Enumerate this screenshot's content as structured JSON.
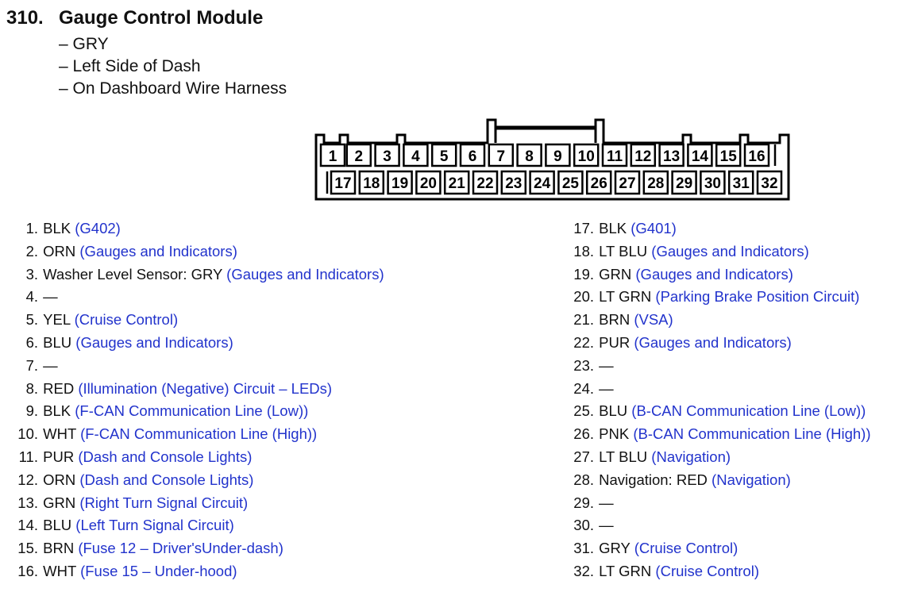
{
  "header": {
    "number": "310.",
    "title": "Gauge Control Module",
    "details": [
      "– GRY",
      "– Left Side of Dash",
      "– On Dashboard Wire Harness"
    ]
  },
  "connector": {
    "top_row": [
      "1",
      "2",
      "3",
      "4",
      "5",
      "6",
      "7",
      "8",
      "9",
      "10",
      "11",
      "12",
      "13",
      "14",
      "15",
      "16"
    ],
    "bottom_row": [
      "17",
      "18",
      "19",
      "20",
      "21",
      "22",
      "23",
      "24",
      "25",
      "26",
      "27",
      "28",
      "29",
      "30",
      "31",
      "32"
    ]
  },
  "pins_left": [
    {
      "num": "1.",
      "desc": "BLK",
      "ref": "(G402)"
    },
    {
      "num": "2.",
      "desc": "ORN",
      "ref": "(Gauges and Indicators)"
    },
    {
      "num": "3.",
      "desc": "Washer Level Sensor: GRY",
      "ref": "(Gauges and Indicators)"
    },
    {
      "num": "4.",
      "desc": "—",
      "ref": ""
    },
    {
      "num": "5.",
      "desc": "YEL",
      "ref": "(Cruise Control)"
    },
    {
      "num": "6.",
      "desc": "BLU",
      "ref": "(Gauges and Indicators)"
    },
    {
      "num": "7.",
      "desc": "—",
      "ref": ""
    },
    {
      "num": "8.",
      "desc": "RED",
      "ref": "(Illumination (Negative) Circuit – LEDs)"
    },
    {
      "num": "9.",
      "desc": "BLK",
      "ref": "(F-CAN Communication Line (Low))"
    },
    {
      "num": "10.",
      "desc": "WHT",
      "ref": "(F-CAN Communication Line (High))"
    },
    {
      "num": "11.",
      "desc": "PUR",
      "ref": "(Dash and Console Lights)"
    },
    {
      "num": "12.",
      "desc": "ORN",
      "ref": "(Dash and Console Lights)"
    },
    {
      "num": "13.",
      "desc": "GRN",
      "ref": "(Right Turn Signal Circuit)"
    },
    {
      "num": "14.",
      "desc": "BLU",
      "ref": "(Left Turn Signal Circuit)"
    },
    {
      "num": "15.",
      "desc": "BRN",
      "ref": "(Fuse 12 – Driver'sUnder-dash)"
    },
    {
      "num": "16.",
      "desc": "WHT",
      "ref": "(Fuse 15 – Under-hood)"
    }
  ],
  "pins_right": [
    {
      "num": "17.",
      "desc": "BLK",
      "ref": "(G401)"
    },
    {
      "num": "18.",
      "desc": "LT BLU",
      "ref": "(Gauges and Indicators)"
    },
    {
      "num": "19.",
      "desc": "GRN",
      "ref": "(Gauges and Indicators)"
    },
    {
      "num": "20.",
      "desc": "LT GRN",
      "ref": "(Parking Brake Position Circuit)"
    },
    {
      "num": "21.",
      "desc": "BRN",
      "ref": "(VSA)"
    },
    {
      "num": "22.",
      "desc": "PUR",
      "ref": "(Gauges and Indicators)"
    },
    {
      "num": "23.",
      "desc": "—",
      "ref": ""
    },
    {
      "num": "24.",
      "desc": "—",
      "ref": ""
    },
    {
      "num": "25.",
      "desc": "BLU",
      "ref": "(B-CAN Communication Line (Low))"
    },
    {
      "num": "26.",
      "desc": "PNK",
      "ref": "(B-CAN Communication Line (High))"
    },
    {
      "num": "27.",
      "desc": "LT BLU",
      "ref": "(Navigation)"
    },
    {
      "num": "28.",
      "desc": "Navigation: RED",
      "ref": "(Navigation)"
    },
    {
      "num": "29.",
      "desc": "—",
      "ref": ""
    },
    {
      "num": "30.",
      "desc": "—",
      "ref": ""
    },
    {
      "num": "31.",
      "desc": "GRY",
      "ref": "(Cruise Control)"
    },
    {
      "num": "32.",
      "desc": "LT GRN",
      "ref": "(Cruise Control)"
    }
  ],
  "colors": {
    "text": "#111111",
    "reference_link": "#2233cc"
  }
}
